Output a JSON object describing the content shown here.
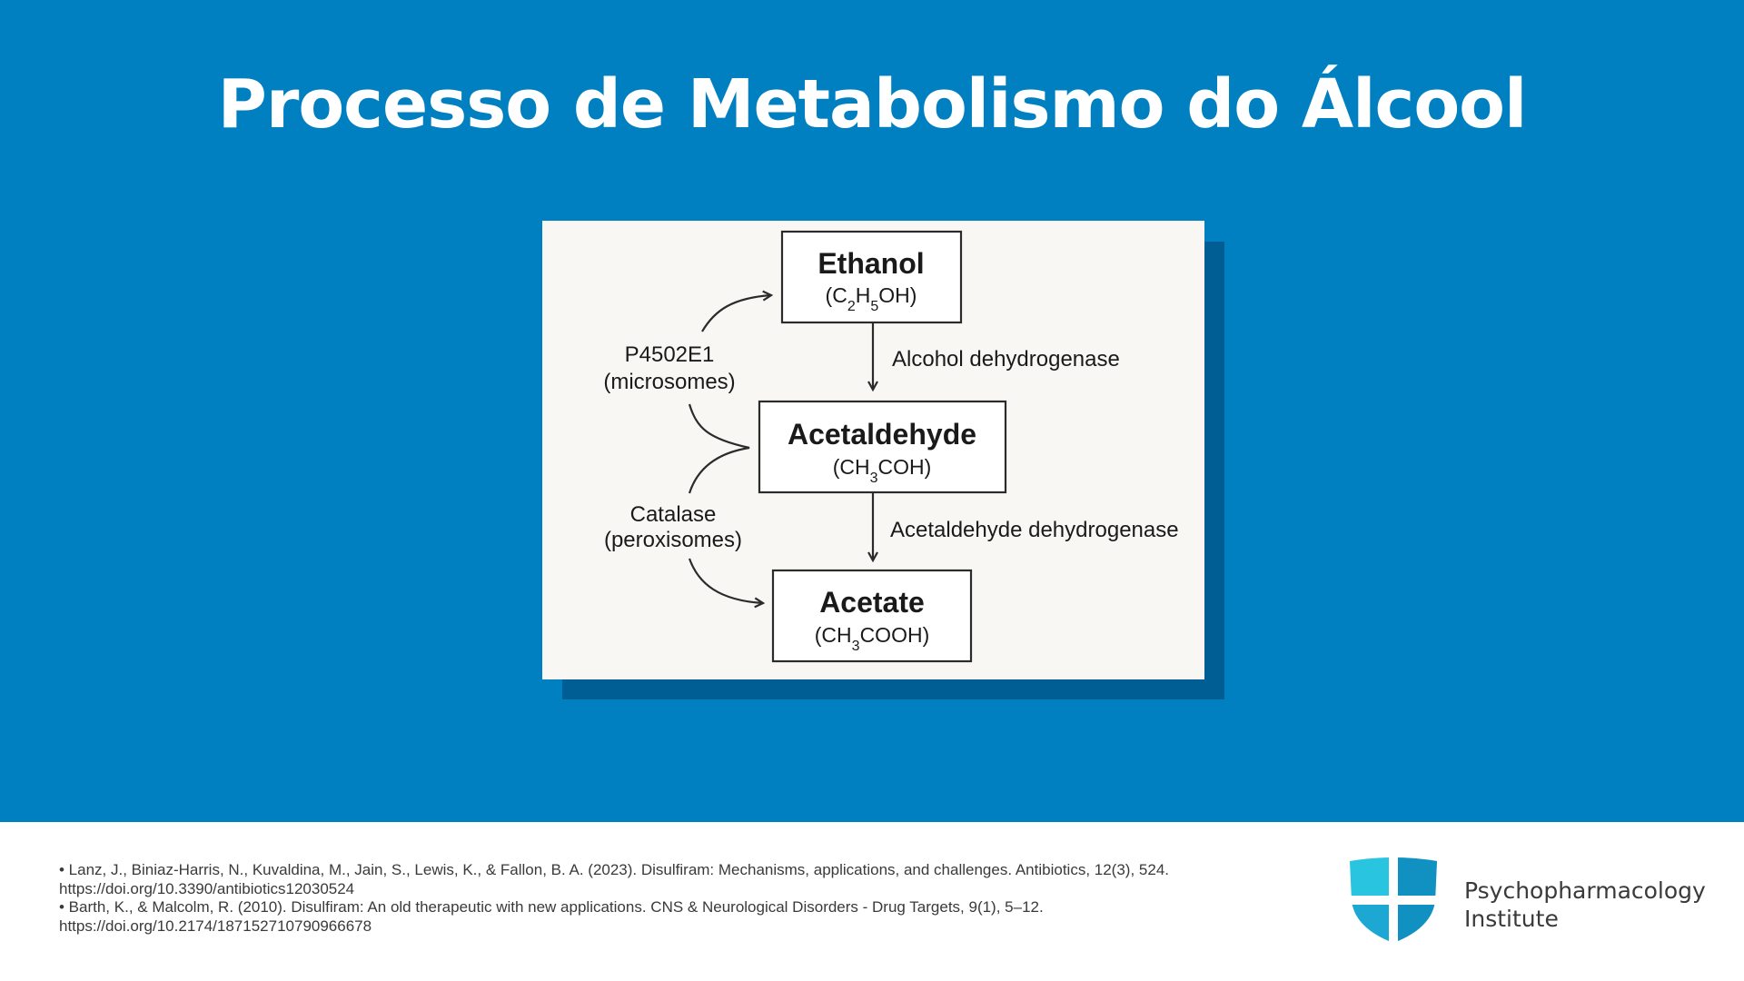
{
  "slide": {
    "title": "Processo de Metabolismo do Álcool"
  },
  "diagram": {
    "nodes": [
      {
        "name": "Ethanol",
        "formula": {
          "pre": "(C",
          "sub1": "2",
          "mid": "H",
          "sub2": "5",
          "post": "OH)"
        }
      },
      {
        "name": "Acetaldehyde",
        "formula": {
          "pre": "(CH",
          "sub1": "3",
          "post": "COH)"
        }
      },
      {
        "name": "Acetate",
        "formula": {
          "pre": "(CH",
          "sub1": "3",
          "post": "COOH)"
        }
      }
    ],
    "main_enzymes": [
      "Alcohol dehydrogenase",
      "Acetaldehyde dehydrogenase"
    ],
    "side_enzymes": [
      {
        "line1": "P4502E1",
        "line2": "(microsomes)"
      },
      {
        "line1": "Catalase",
        "line2": "(peroxisomes)"
      }
    ]
  },
  "references": [
    {
      "line1": "• Lanz, J., Biniaz-Harris, N., Kuvaldina, M., Jain, S., Lewis, K., & Fallon, B. A. (2023). Disulfiram: Mechanisms, applications, and challenges. Antibiotics, 12(3), 524.",
      "line2": "https://doi.org/10.3390/antibiotics12030524"
    },
    {
      "line1": "• Barth, K., & Malcolm, R. (2010). Disulfiram: An old therapeutic with new applications. CNS & Neurological Disorders - Drug Targets, 9(1), 5–12.",
      "line2": "https://doi.org/10.2174/187152710790966678"
    }
  ],
  "brand": {
    "line1": "Psychopharmacology",
    "line2": "Institute",
    "logo_icon": "shield-cross-icon",
    "colors": {
      "slide_background": "#0080c0",
      "card_shadow": "#005e95",
      "logo_light": "#29c4e0",
      "logo_dark": "#0a7fb8"
    }
  }
}
